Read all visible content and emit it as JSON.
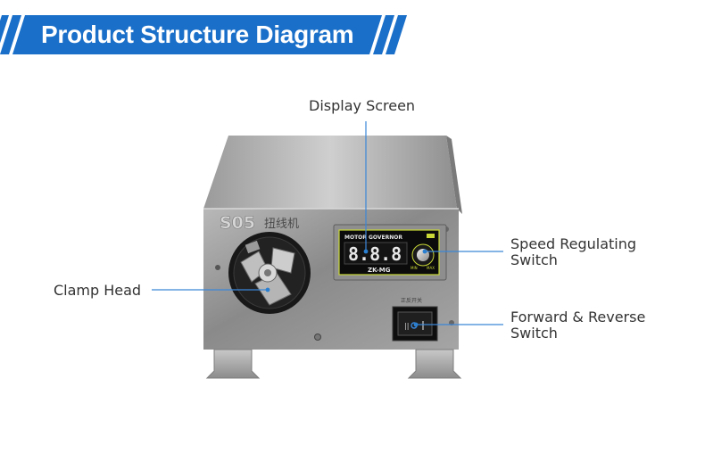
{
  "header": {
    "title": "Product Structure Diagram",
    "color": "#1a6fc9"
  },
  "device": {
    "model": "S05",
    "chinese_name": "扭线机",
    "display_header": "MOTOR GOVERNOR",
    "display_digits": "8.8.8",
    "display_footer": "ZK-MG",
    "switch_label": "正反开关",
    "knob_min": "MIN",
    "knob_max": "MAX"
  },
  "callouts": {
    "display_screen": "Display Screen",
    "clamp_head": "Clamp Head",
    "speed_regulating_1": "Speed Regulating",
    "speed_regulating_2": "Switch",
    "forward_reverse_1": "Forward & Reverse",
    "forward_reverse_2": "Switch"
  },
  "colors": {
    "accent_blue": "#2a7fd0",
    "leader_line": "#3b86d8",
    "panel_green": "#c9d836"
  }
}
